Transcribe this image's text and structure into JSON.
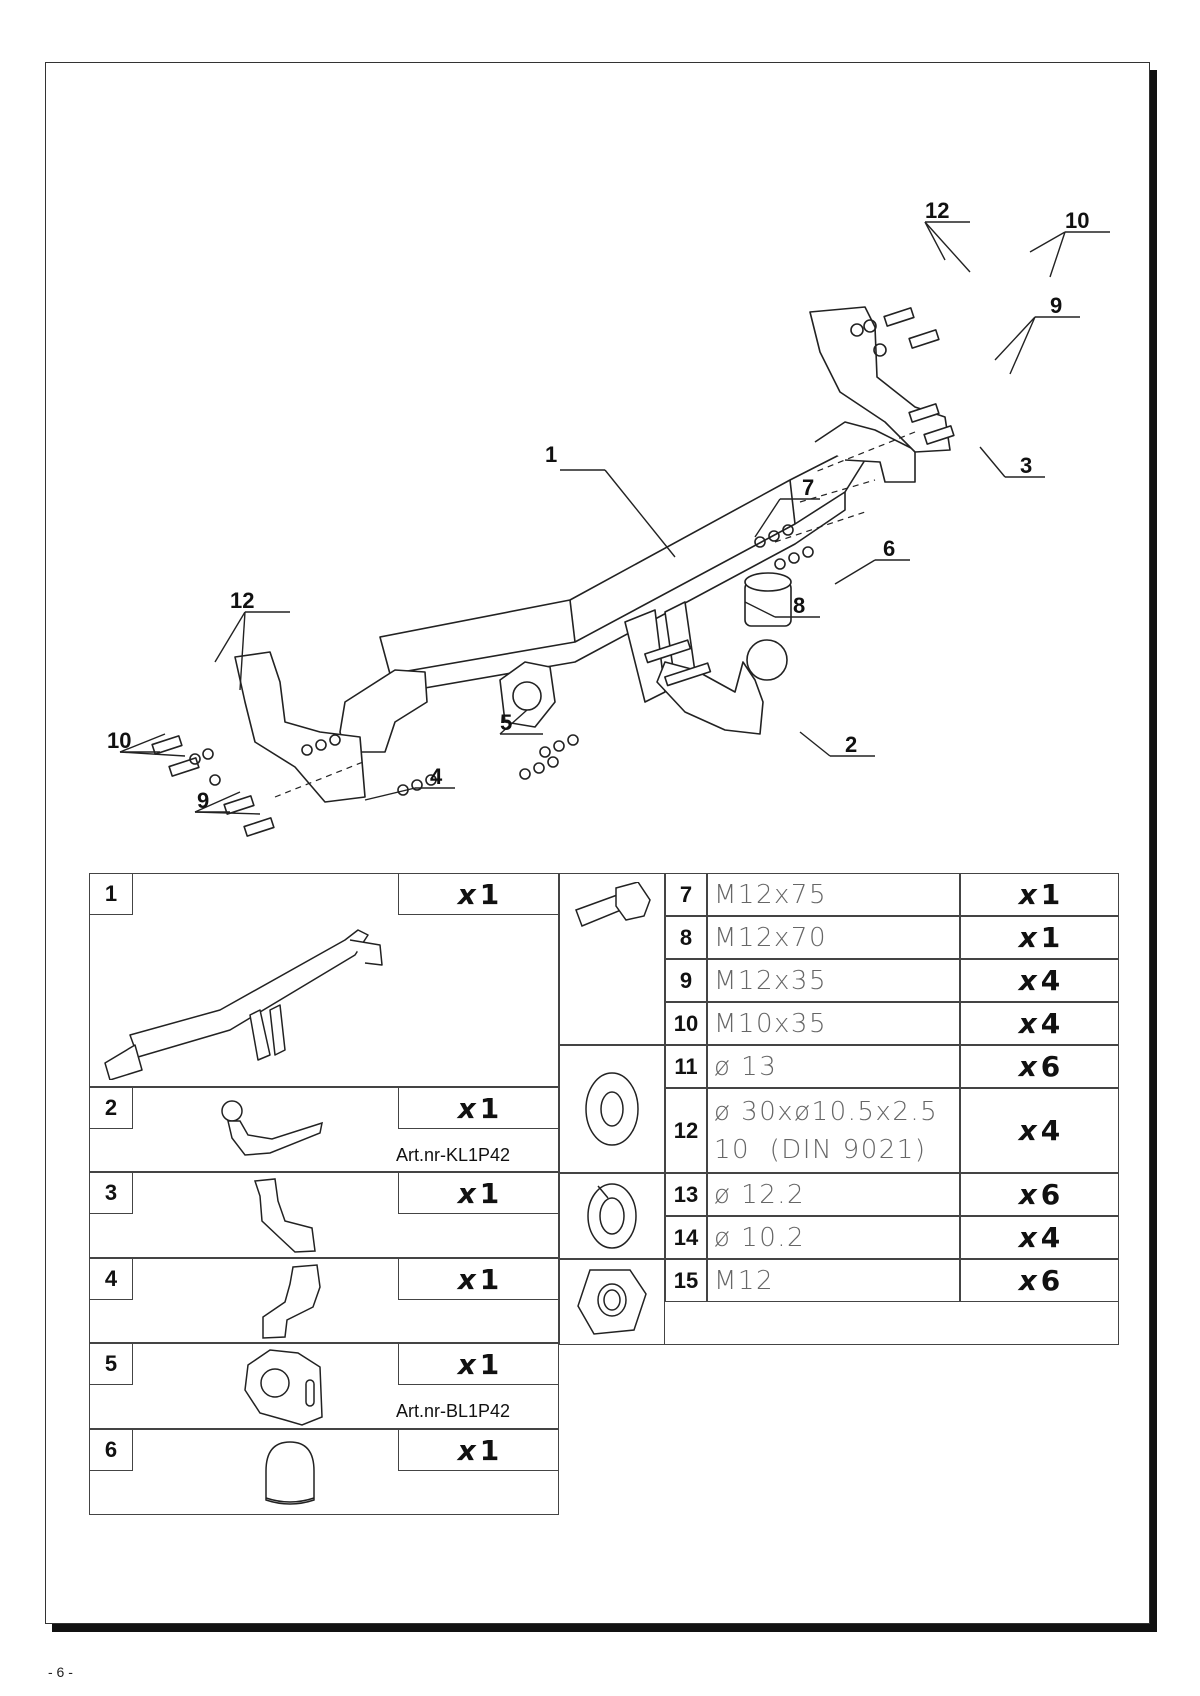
{
  "page": {
    "number": "- 6 -"
  },
  "diagram": {
    "callouts": [
      "1",
      "2",
      "3",
      "4",
      "5",
      "6",
      "7",
      "8",
      "9",
      "10",
      "12",
      "10",
      "12",
      "9"
    ]
  },
  "parts_left": [
    {
      "no": "1",
      "qty": "1",
      "art": ""
    },
    {
      "no": "2",
      "qty": "1",
      "art": "Art.nr-KL1P42"
    },
    {
      "no": "3",
      "qty": "1",
      "art": ""
    },
    {
      "no": "4",
      "qty": "1",
      "art": ""
    },
    {
      "no": "5",
      "qty": "1",
      "art": "Art.nr-BL1P42"
    },
    {
      "no": "6",
      "qty": "1",
      "art": ""
    }
  ],
  "parts_right": [
    {
      "no": "7",
      "spec": "M12x75",
      "qty": "1"
    },
    {
      "no": "8",
      "spec": "M12x70",
      "qty": "1"
    },
    {
      "no": "9",
      "spec": "M12x35",
      "qty": "4"
    },
    {
      "no": "10",
      "spec": "M10x35",
      "qty": "4"
    },
    {
      "no": "11",
      "spec": "ø 13",
      "qty": "6"
    },
    {
      "no": "12",
      "spec": "ø 30xø10.5x2.5",
      "spec2": "10  (DIN 9021)",
      "qty": "4"
    },
    {
      "no": "13",
      "spec": "ø 12.2",
      "qty": "6"
    },
    {
      "no": "14",
      "spec": "ø 10.2",
      "qty": "4"
    },
    {
      "no": "15",
      "spec": "M12",
      "qty": "6"
    }
  ],
  "qty_prefix": "x"
}
